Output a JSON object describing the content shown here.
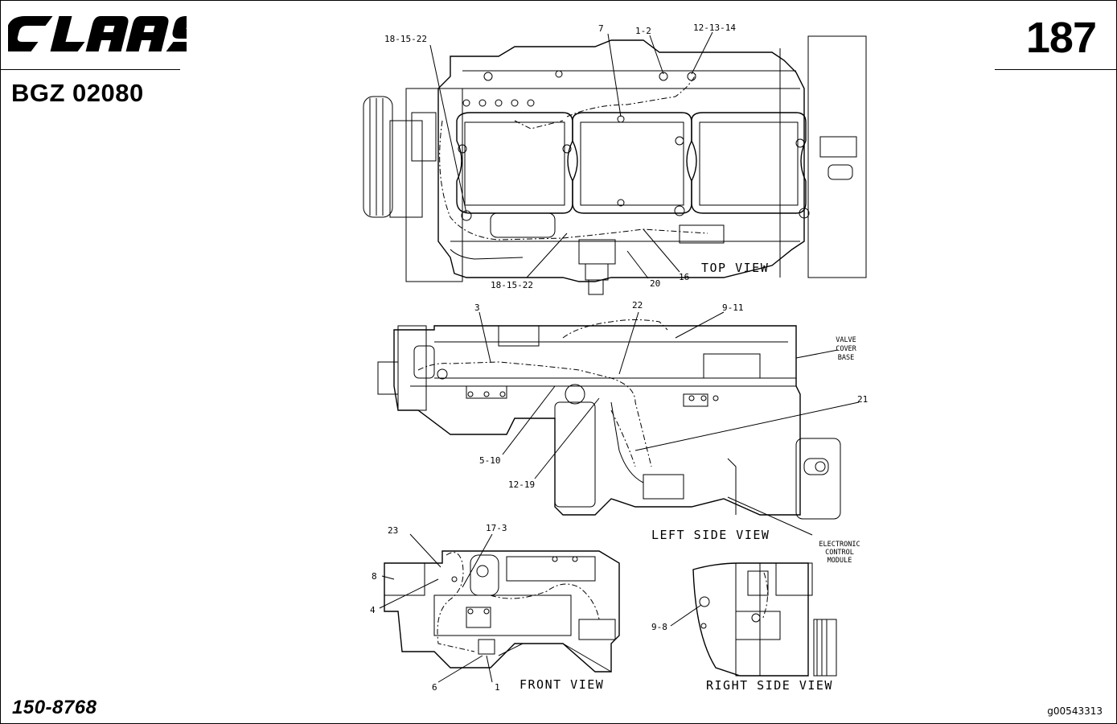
{
  "header": {
    "brand": "CLAAS",
    "doc_code": "BGZ 02080",
    "page_number": "187"
  },
  "footer": {
    "part_number": "150-8768",
    "image_id": "g00543313"
  },
  "views": {
    "top": "TOP VIEW",
    "left_side": "LEFT SIDE VIEW",
    "front": "FRONT VIEW",
    "right_side": "RIGHT SIDE VIEW"
  },
  "notes": {
    "valve_cover_base": [
      "VALVE",
      "COVER",
      "BASE"
    ],
    "ecm": [
      "ELECTRONIC",
      "CONTROL",
      "MODULE"
    ]
  },
  "callouts": {
    "top": [
      "18-15-22",
      "7",
      "1-2",
      "12-13-14",
      "18-15-22",
      "20",
      "16"
    ],
    "left": [
      "3",
      "22",
      "9-11",
      "21",
      "5-10",
      "12-19"
    ],
    "front": [
      "23",
      "17-3",
      "8",
      "4",
      "6",
      "1"
    ],
    "right": [
      "9-8"
    ]
  }
}
